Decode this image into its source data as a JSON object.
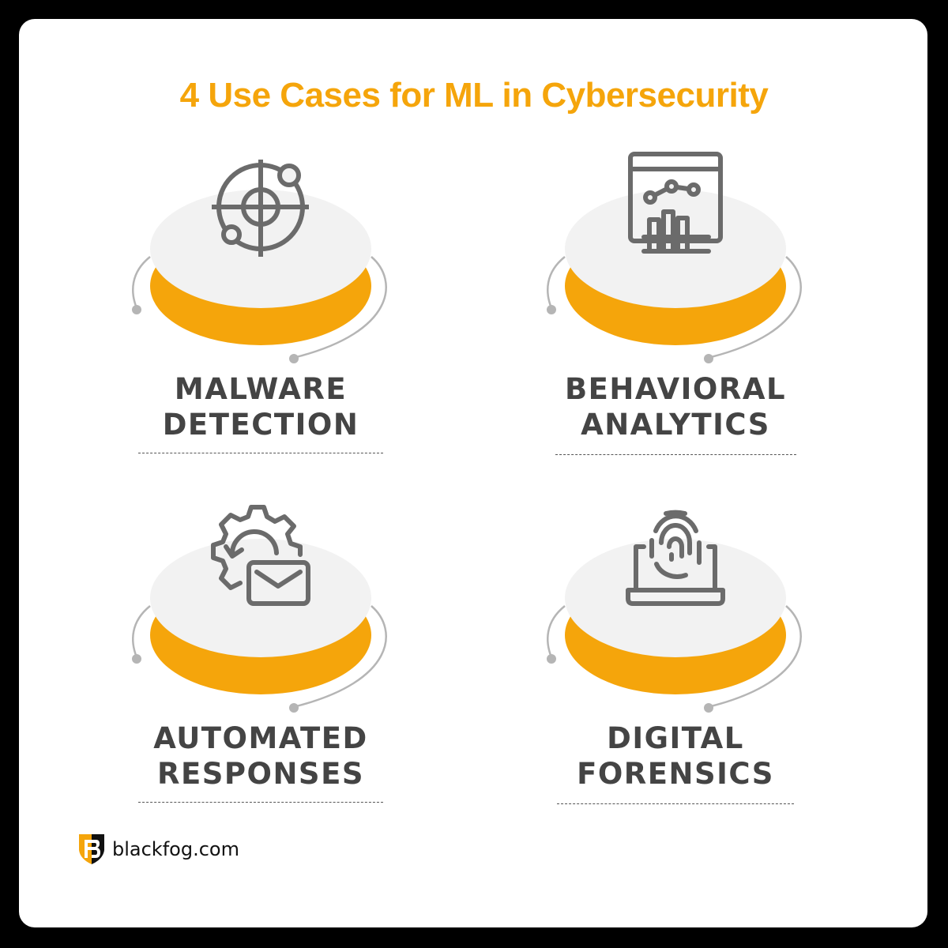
{
  "title": "4 Use Cases for ML in Cybersecurity",
  "colors": {
    "accent": "#f5a50b",
    "disc_top": "#f2f2f2",
    "icon": "#6b6b6b",
    "orbit": "#b5b5b5",
    "label": "#444444",
    "background": "#000000",
    "card": "#ffffff"
  },
  "items": [
    {
      "icon": "crosshair-target-icon",
      "line1": "MALWARE",
      "line2": "DETECTION"
    },
    {
      "icon": "analytics-dashboard-icon",
      "line1": "BEHAVIORAL",
      "line2": "ANALYTICS"
    },
    {
      "icon": "gear-refresh-mail-icon",
      "line1": "AUTOMATED",
      "line2": "RESPONSES"
    },
    {
      "icon": "laptop-fingerprint-icon",
      "line1": "DIGITAL",
      "line2": "FORENSICS"
    }
  ],
  "footer": {
    "logo_text": "blackfog.com"
  }
}
